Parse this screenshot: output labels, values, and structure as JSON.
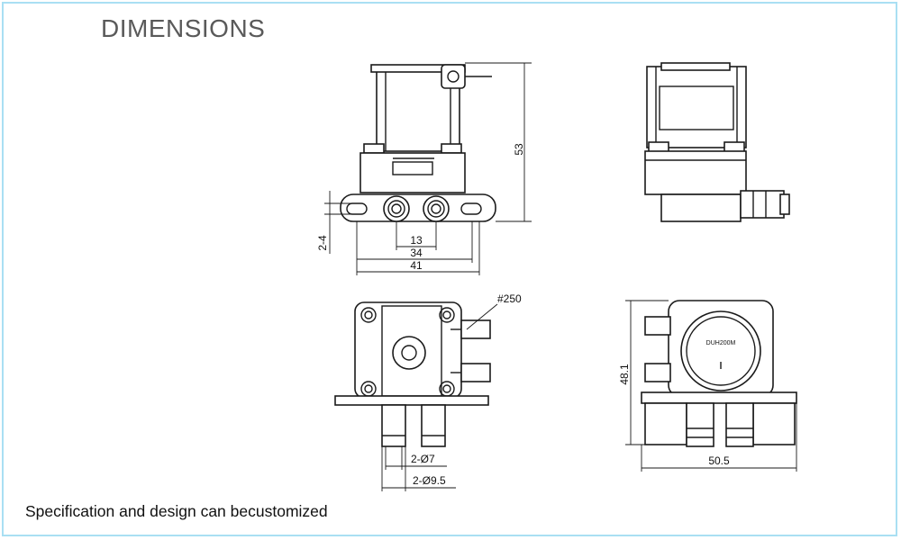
{
  "title": "DIMENSIONS",
  "footer": "Specification and design can becustomized",
  "dimensions": {
    "height_top": "53",
    "tab_height": "2-4",
    "port_spacing": "13",
    "mount_spacing": "34",
    "overall_width_top": "41",
    "terminal": "#250",
    "inner_dia": "2-Ø7",
    "outer_dia": "2-Ø9.5",
    "height_bottom": "48.1",
    "overall_width_bottom": "50.5"
  },
  "label_text": "DUH200M"
}
